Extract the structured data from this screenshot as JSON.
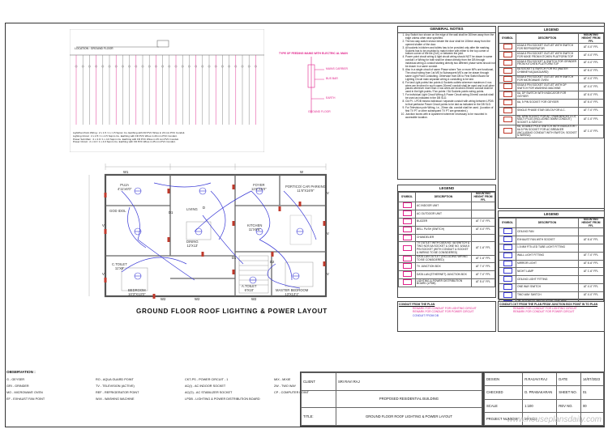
{
  "general_notes": {
    "title": "GENERAL NOTES",
    "items": [
      "Any Switch box shown on the edge of the wall shall be 300mm away from the edge unless other wise specified.",
      "The two way switch shown beside the door shall be 100mm away from the opened shutter of the door.",
      "All sockets in kitchen and toilets has to be provided only after tile marking. Sockets has to be provided to match inline with either to the top corner or bottom corner of the tile (2x4') or between the joint.",
      "Power point circuit wiring & light circuit wiring should NOT be drawn in same conduit i.e Wiring for both shall be drawn directly from the DB through individual wiring & conduit starting directly two different phase wires should not be drawn in a same conduit.",
      "Also in a single circuit of same Phase where Two or more MFs are functional, The circuit wiring from 1st MS to Subsequent MS's can be drawn through same Light Point Conduiting. Otherwise from DB to First Switch Board for Lighting Circuit main separate wiring & conduiting to be laid.",
      "For last Light points/ fan points & Sockets outlets wherever maximum 4 nos wires are involved in such cases 20mm0 conduit shall be used and in all other places wherever more than 4 nos wires are involved 25mm0 conduit shall be used in the light points / Fan points / SA Sockets points wiring points.",
      "For individual Light Circuit Wiring & Power Circuit wiring 20mm0 conduit shall be used as indicated in the DB SLD.",
      "Ckt Pt - LPDB means individual / separate conduit with wiring between LPDB to that particular Power Circuit points to be laid as indicated in the DB SLD.",
      "For Television pole Wiring, i.e., 20mm dia. conduit shall be used. (Location of first TV PT or other subsequent TV PT are generated.)",
      "Junction boxes with in Apartment wherever necessary to be mounted in accessible location."
    ]
  },
  "legend1": {
    "title": "LEGEND",
    "headers": [
      "SYMBOL",
      "DESCRIPTION",
      "MOUNTING HEIGHT FROM FFL"
    ],
    "rows": [
      [
        "6/16A 5 PIN SOCKET OUTLET WITH SWITCH FOR REFRIGERATOR",
        "AT 4'-0\" FFL"
      ],
      [
        "6/16A 5 PIN SOCKET OUTLET WITH SWITCH FOR MIXIE FROM KITCHEN PLATFORM TOP",
        "AT 4'-0\" FFL"
      ],
      [
        "6/16A 5 PIN SOCKET & SWITCH FOR GRINDER FROM KITCHEN PLATFORM TOP",
        "AT 4'-0\" FFL"
      ],
      [
        "6A SOCKET & SWITCH FOR RO (WATER CHIMNEY/AQUAGUARD)",
        "AT 6'-0\" FFL"
      ],
      [
        "6/16A 5 PIN SOCKET OUTLET WITH SWITCH FOR MICROWAVE OVEN",
        "AT 4'-0\" FFL"
      ],
      [
        "6/16A 5 PIN SOCKET OUTLET WITH DP SWITCH FOR WASHING MACHINE",
        "AT 4'-0\" FFL"
      ],
      [
        "6A, DP SWITCH WITH INDICATOR FOR GEYSER",
        "AT 6'-0\" FFL"
      ],
      [
        "6A, 5 PIN SOCKET FOR GEYSER",
        "AT 6'-0\" FFL"
      ],
      [
        "SINGLE PHASE STAR DELTA FOR A.C.",
        "AT 7'-0\" FFL"
      ],
      [
        "6A, 6PIN SOCKET FOR AC / RAW BRICKS 4 LIT, MULTI PLUG (INCLUDING 30MM CONDUIT) SOCKET & SWITCH",
        "AT 1'-0\" FFL"
      ],
      [
        "6A, DOUBLE POLE SWITCH WITH INDICATOR / 6A 5 PIN SOCKET FOR AC BREAKER (INCLUDING CONDUIT WITH SWITCH, SOCKET & WIRING)",
        "AT 1'-0\" FFL"
      ]
    ]
  },
  "legend2": {
    "title": "LEGEND",
    "headers": [
      "SYMBOL",
      "DESCRIPTION",
      "MOUNTING HEIGHT FROM FFL"
    ],
    "rows": [
      [
        "AC INDOOR UNIT",
        ""
      ],
      [
        "AC OUTDOOR UNIT",
        ""
      ],
      [
        "BUZZER",
        "AT 7'-0\" FFL"
      ],
      [
        "BELL PUSH (SWITCH)",
        "AT 4'-0\" FFL"
      ],
      [
        "CHANDELIER",
        ""
      ],
      [
        "TV OUTLET WITH DATA NO. 4A SWITCH & TWO NOS 6A SOCKET & ONE NO. 6/16A 5 PIN SOCKET (WITH CONDUIT & SOCKET & WIRING TO BE CONSIDERED)",
        "AT 1'-6\" FFL"
      ],
      [
        "DATA LAN OUTLET (INCLUDING WIRING TO BE CONSIDERED)",
        "AT 1'-6\" FFL"
      ],
      [
        "TV JUNCTION BOX",
        "AT 7'-0\" FFL"
      ],
      [
        "DATA LAN (ETHERNET) JUNCTION BOX",
        "AT 7'-0\" FFL"
      ],
      [
        "LIGHTING & POWER DISTRIBUTION BOARD (LPDB)",
        "AT 5'-0\" FFL"
      ]
    ]
  },
  "legend3": {
    "title": "LEGEND",
    "headers": [
      "SYMBOL",
      "DESCRIPTION",
      "MOUNTING HEIGHT FROM FFL"
    ],
    "rows": [
      [
        "CEILING FAN",
        ""
      ],
      [
        "EXHAUST FAN WITH SOCKET",
        "AT 6'-6\" FFL"
      ],
      [
        "1.5 MM FT5 LED TUBE LIGHT FITTING",
        ""
      ],
      [
        "WALL LIGHT FITTING",
        "AT 7'-0\" FFL"
      ],
      [
        "MIRROR LIGHT",
        "AT 6'-6\" FFL"
      ],
      [
        "NIGHT LAMP",
        "AT 1'-6\" FFL"
      ],
      [
        "CEILING LIGHT FITTING",
        ""
      ],
      [
        "ONE WAY SWITCH",
        "AT 4'-0\" FFL"
      ],
      [
        "TWO WAY SWITCH",
        "AT 4'-0\" FFL"
      ],
      [
        "3R. SOCKETS, REGULATOR, ONE WAY SWITCH",
        "AT 4'-0\" FFL"
      ],
      [
        "3R. SOCKETS, REGULATOR, ONE & TWO WAY SWITCHES NEAR BED SIDE",
        "AT 4'-0\" FFL"
      ]
    ]
  },
  "conduit_left": {
    "title": "CONDUIT FROM THE PLAN",
    "lines": [
      "REMARK FOR CONDUIT FOR LIGHTING CIRCUIT",
      "REMARK FOR CONDUIT FOR POWER CIRCUIT",
      "CONDUIT FROM DB"
    ]
  },
  "conduit_right": {
    "title": "CONDUIT-CKT FROM THE PLAN FROM JUNCTION BOX POINT IN TO PLAN",
    "lines": [
      "REMARK FOR CONDUIT FOR LIGHTING CIRCUIT",
      "REMARK FOR CONDUIT FOR POWER CIRCUIT"
    ]
  },
  "riser": {
    "title": "TYPE OF FEEDING MAINS WITH ELECTRIC AL MAIN",
    "labels": [
      "MAINS CARRIER",
      "BUS BAR",
      "EARTH",
      "GROUND FLOOR"
    ]
  },
  "sld": {
    "label": "GROUND FLOOR",
    "location": "LOCATION : GROUND FLOOR",
    "notes": [
      "Light/Fan Point Wiring : 2 x 1.5 / 1 x 1.5 Sqmm Cu. Earthing with FR PVC Wires in 20 mm PVC Conduit.",
      "Lighting Circuit : 2 x 2.5 / 1 x 2.5 Sqmm Cu. Earthing with FR PVC Wires in 20 mm PVC Conduit.",
      "Power Sub Main : 2 x 4.0 / 1 x 4.0 Sqmm Cu. Earthing with FR PVC Wires in 25 mm PVC Conduit.",
      "Power Circuit : 2 x 4.0 / 1 x 4.0 Sqmm Cu. Earthing with FR PVC Wires in 25 mm PVC Conduit."
    ]
  },
  "plan": {
    "title": "GROUND FLOOR ROOF LIGHTING & POWER  LAYOUT",
    "rooms": [
      {
        "name": "PUJA",
        "size": "4'11'x6'0\""
      },
      {
        "name": "GOD IDOL",
        "size": ""
      },
      {
        "name": "C.TOILET",
        "size": "11'X6'"
      },
      {
        "name": "DINING",
        "size": "12'X13'"
      },
      {
        "name": "LIVING",
        "size": ""
      },
      {
        "name": "FOYER",
        "size": "11'6\"X5'0\""
      },
      {
        "name": "KITCHEN",
        "size": "11'X9'6\""
      },
      {
        "name": "PORTICO/ CAR PARKING",
        "size": "11'6\"X16'9\""
      },
      {
        "name": "A.TOILET",
        "size": "6'X10'"
      },
      {
        "name": "MASTER BEDROOM",
        "size": "13'X13'1\""
      },
      {
        "name": "BEDROOM",
        "size": "10'3\"X13'0\""
      }
    ],
    "tags": [
      "W1",
      "W2",
      "W2",
      "W2",
      "D1",
      "D1",
      "D2",
      "V",
      "V",
      "V",
      "V",
      "V",
      "W",
      "D"
    ]
  },
  "observation": {
    "title": "OBSERVATION :",
    "cols": [
      [
        "G - GEYSER",
        "GRI - GRINDER",
        "MO - MICROWAVE OVEN",
        "EF - EXHAUST FAN POINT"
      ],
      [
        "RO - AQUA GUARD POINT",
        "TV - TELEVISION (ACTIVE)",
        "REF - REFRIGERATOR POINT",
        "W.M - WASHING MACHINE"
      ],
      [
        "CKT-PS - POWER CIRCUIT - 1",
        "AC(I) - AC INDOOR SOCKET",
        "AC(O) - AC STABILIZER SOCKET",
        "LPDB - LIGHTING & POWER DISTRIBUTION BOARD"
      ],
      [
        "MIX - MIXIE",
        "2W - TWO WAY",
        "CP - COMPUTER POINT",
        ""
      ]
    ]
  },
  "titleblock": {
    "client_label": "CLIENT",
    "client": "SRI RAVI RAJ",
    "project": "PROPOSED RESIDENTIAL BUILDING",
    "title_label": "TITLE:",
    "title": "GROUND FLOOR ROOF LIGHTING & POWER LAYOUT",
    "rows": [
      [
        "DESIGN",
        "R.RAJAVI RAJ",
        "DATE",
        "14/07/2023"
      ],
      [
        "CHECKED",
        "D. PRABAKARAN",
        "SHEET NO.",
        "01"
      ],
      [
        "SCALE",
        "1:100",
        "REV NO.",
        "00"
      ],
      [
        "PROJECT NUMBER",
        "20-2023",
        "",
        ""
      ]
    ]
  },
  "watermark": "www.houseplansdaily.com",
  "colors": {
    "wire": "#3a3ad6",
    "accent": "#e0218a",
    "switch": "#c0392b",
    "wall": "#666666"
  }
}
